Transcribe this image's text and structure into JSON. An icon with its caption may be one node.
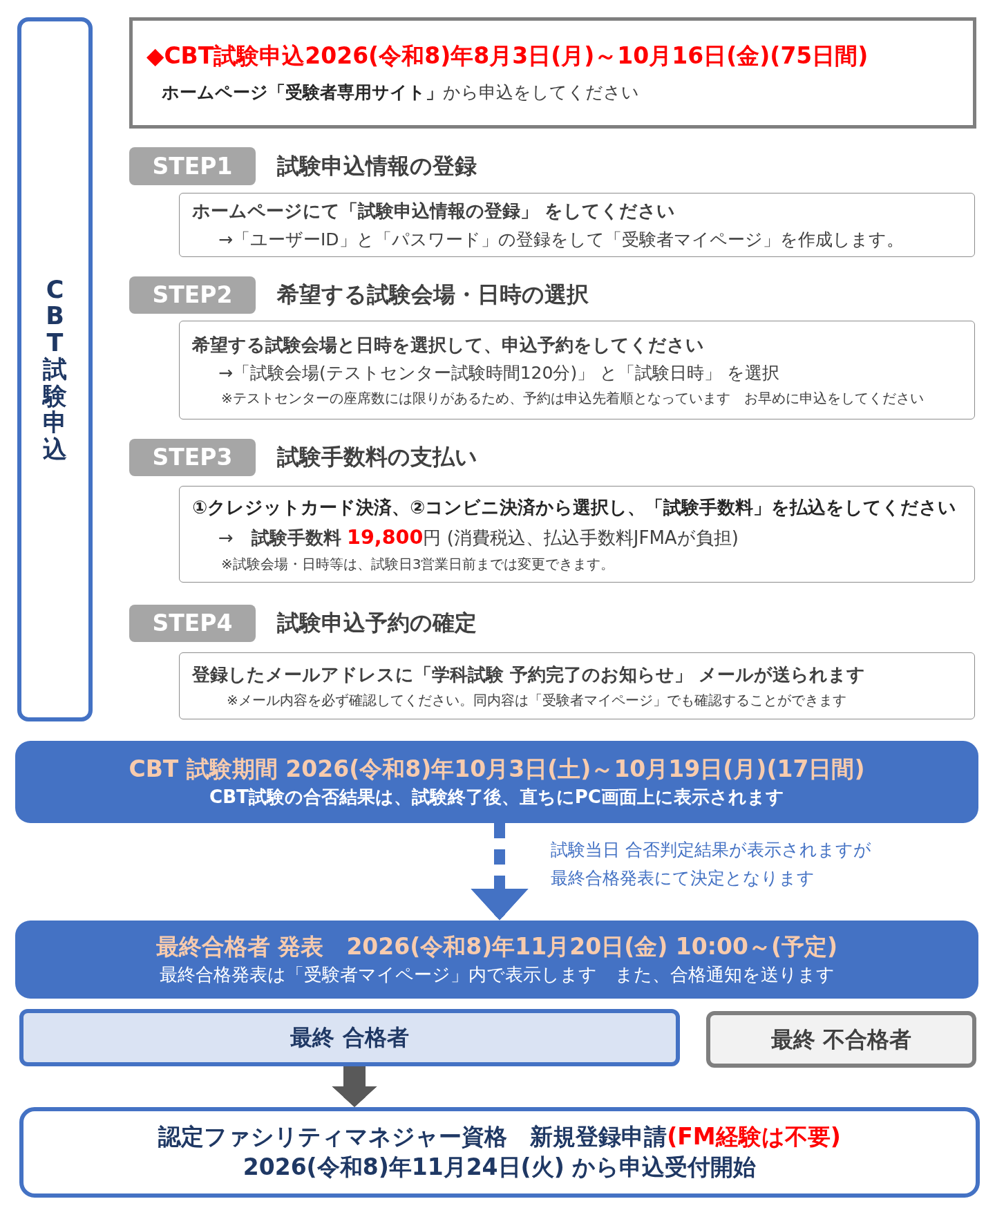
{
  "diagram": {
    "nodes": [
      {
        "text": [
          "CBT試験申込"
        ]
      },
      {
        "text": [
          "◆CBT試験申込2026(令和8)年8月3日(月)～10月16日(金)(75日間)",
          "**ホームページ「受験者専用サイト」**から申込をしてください"
        ]
      },
      {
        "text": [
          "STEP1"
        ],
        "beside": [
          "試験申込情報の登録"
        ]
      },
      {
        "text": [
          "ホームページにて「試験申込情報の登録」 をしてください",
          "→「ユーザーID」と「パスワード」の登録をして「受験者マイページ」を作成します。"
        ]
      },
      {
        "text": [
          "STEP2"
        ],
        "beside": [
          "希望する試験会場・日時の選択"
        ]
      },
      {
        "text": [
          "希望する試験会場と日時を選択して、申込予約をしてください",
          "→「試験会場(テストセンター試験時間120分)」 と「試験日時」 を選択",
          "※テストセンターの座席数には限りがあるため、予約は申込先着順となっています　お早めに申込をしてください"
        ]
      },
      {
        "text": [
          "STEP3"
        ],
        "beside": [
          "試験手数料の支払い"
        ]
      },
      {
        "text": [
          "①クレジットカード決済、②コンビニ決済から選択し、「試験手数料」を払込をしてください",
          "→　**試験手数料** **19,800**円 (消費税込、払込手数料JFMAが負担)",
          "※試験会場・日時等は、試験日3営業日前までは変更できます。"
        ]
      },
      {
        "text": [
          "STEP4"
        ],
        "beside": [
          "試験申込予約の確定"
        ]
      },
      {
        "text": [
          "登録したメールアドレスに「学科試験 予約完了のお知らせ」 メールが送られます",
          "※メール内容を必ず確認してください。同内容は「受験者マイページ」でも確認することができます"
        ]
      },
      {
        "text": [
          "CBT 試験期間 2026(令和8)年10月3日(土)～10月19日(月)(17日間)",
          "CBT試験の合否結果は、試験終了後、直ちにPC画面上に表示されます"
        ]
      },
      {
        "text": [
          "最終合格者 発表　2026(令和8)年11月20日(金) 10:00～(予定)",
          "最終合格発表は「受験者マイページ」内で表示します　また、合格通知を送ります"
        ]
      },
      {
        "text": [
          "最終 合格者"
        ]
      },
      {
        "text": [
          "最終 不合格者"
        ]
      },
      {
        "text": [
          "認定ファシリティマネジャー資格　新規登録申請",
          "(FM経験は不要)",
          "2026(令和8)年11月24日(火) から申込受付開始"
        ]
      }
    ],
    "edges": [
      {
        "from": 10,
        "to": 11,
        "arrow": "to",
        "style": "dashed",
        "color": "#4472c4",
        "label": "試験当日 合否判定結果が表示されますが最終合格発表にて決定となります"
      },
      {
        "from": 12,
        "to": 14,
        "arrow": "to",
        "style": "thick",
        "color": "#595959"
      }
    ]
  }
}
